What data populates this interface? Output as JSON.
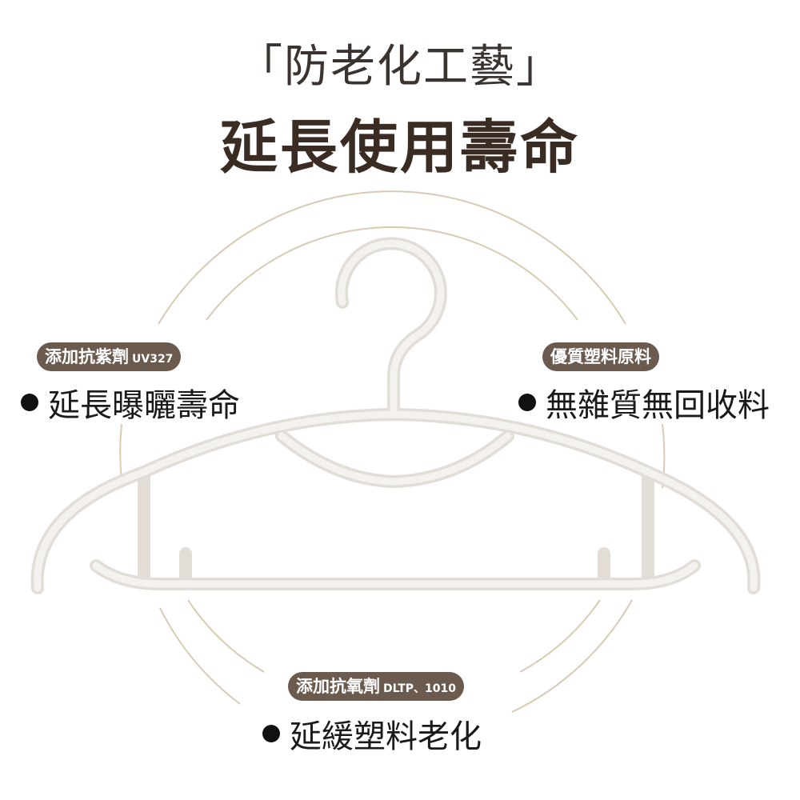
{
  "header": {
    "subtitle": "「防老化工藝」",
    "title": "延長使用壽命"
  },
  "features": [
    {
      "badge": "添加抗紫劑",
      "badge_code": "UV327",
      "text": "延長曝曬壽命"
    },
    {
      "badge": "優質塑料原料",
      "badge_code": "",
      "text": "無雜質無回收料"
    },
    {
      "badge": "添加抗氧劑",
      "badge_code": "DLTP、1010",
      "text": "延緩塑料老化"
    }
  ],
  "colors": {
    "badge": "#6b5a4e",
    "arc": "#d8cbb4",
    "hanger": "#efece8"
  }
}
